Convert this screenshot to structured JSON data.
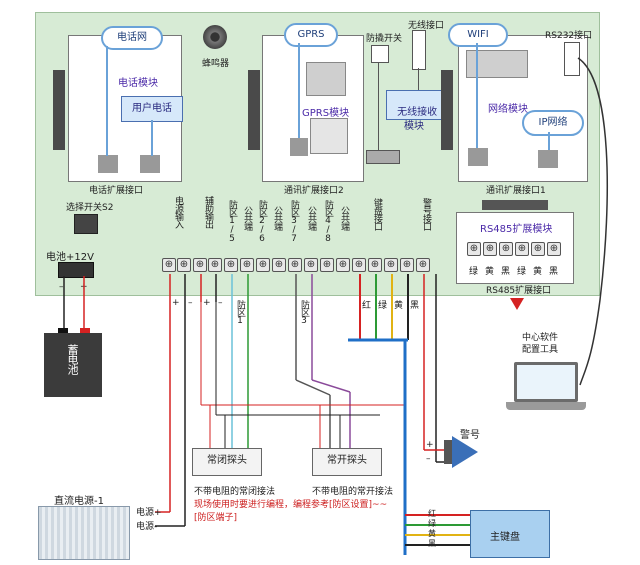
{
  "modules": {
    "phone_net": "电话网",
    "phone_module": "电话模块",
    "user_phone": "用户电话",
    "phone_port": "电话扩展接口",
    "buzzer": "蜂鸣器",
    "gprs": "GPRS",
    "gprs_module": "GPRS模块",
    "comm_port2": "通讯扩展接口2",
    "tamper": "防撬开关",
    "wireless_port": "无线接口",
    "wireless_module": "无线接收\n模块",
    "wifi": "WIFI",
    "rs232": "RS232接口",
    "net_module": "网络模块",
    "ip_net": "IP网络",
    "comm_port1": "通讯扩展接口1",
    "switch_s2": "选择开关S2",
    "rs485_module": "RS485扩展模块",
    "rs485_port": "RS485扩展接口",
    "rs485_colors": [
      "绿",
      "黄",
      "黑",
      "绿",
      "黄",
      "黑"
    ]
  },
  "terminals": {
    "power_in": "电源输入",
    "aux_out": "辅助输出",
    "zone15": "防区1/5",
    "com1": "公共端",
    "zone26": "防区2/6",
    "com2": "公共端",
    "zone37": "防区3/7",
    "com3": "公共端",
    "zone48": "防区4/8",
    "com4": "公共端",
    "keyboard": "键盘接口",
    "alarm": "警号接口"
  },
  "battery": {
    "label": "电池+12V",
    "minus": "–",
    "plus": "+",
    "body": "蓄电池"
  },
  "wiring": {
    "plus1": "+",
    "minus1": "–",
    "plus2": "+",
    "minus2": "–",
    "zone1": "防区1",
    "zone3": "防区3",
    "kb_red": "红",
    "kb_green": "绿",
    "kb_yellow": "黄",
    "kb_black": "黑"
  },
  "software": {
    "label": "中心软件\n配置工具"
  },
  "siren": {
    "label": "警号",
    "plus": "+",
    "minus": "–"
  },
  "detectors": {
    "nc": "常闭探头",
    "no": "常开探头",
    "nc_note": "不带电阻的常闭接法",
    "no_note": "不带电阻的常开接法"
  },
  "notes": {
    "line1": "现场使用时要进行编程，编程参考[防区设置]~~",
    "line2": "[防区端子]"
  },
  "psu": {
    "label": "直流电源-1",
    "plus": "电源+",
    "minus": "电源-"
  },
  "keyboard_main": {
    "label": "主键盘",
    "wires": [
      "红",
      "绿",
      "黄",
      "黑"
    ]
  },
  "colors": {
    "board": "#d7ebd5",
    "wire_red": "#d52222",
    "wire_green": "#2d9a35",
    "wire_yellow": "#e1b314",
    "wire_black": "#222222",
    "wire_blue": "#1f6fc7",
    "wire_cyan": "#6cc2d9"
  }
}
